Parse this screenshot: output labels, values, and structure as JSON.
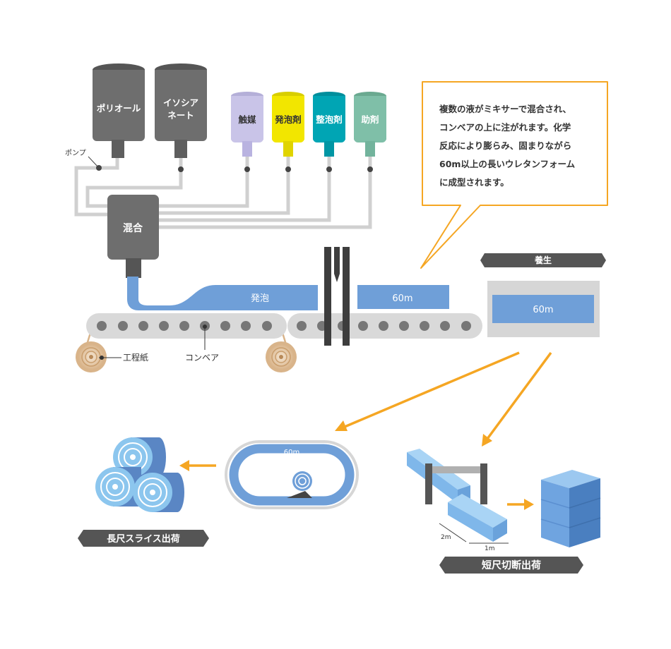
{
  "tanks": {
    "polyol": "ポリオール",
    "isocyanate_1": "イソシア",
    "isocyanate_2": "ネート",
    "catalyst": "触媒",
    "blowing_agent": "発泡剤",
    "foam_stabilizer": "整泡剤",
    "auxiliary": "助剤"
  },
  "labels": {
    "pump": "ポンプ",
    "mixer": "混合",
    "foaming": "発泡",
    "block_length_1": "60m",
    "curing": "養生",
    "block_length_2": "60m",
    "paper": "工程紙",
    "conveyor": "コンベア",
    "loop_length": "60m",
    "dim_2m": "2m",
    "dim_1m": "1m"
  },
  "callout": [
    "複数の液がミキサーで混合され、",
    "コンベアの上に注がれます。化学",
    "反応により膨らみ、固まりながら",
    "60m以上の長いウレタンフォーム",
    "に成型されます。"
  ],
  "outputs": {
    "long_slice": "長尺スライス出荷",
    "short_cut": "短尺切断出荷"
  },
  "colors": {
    "tank_gray": "#6e6e6e",
    "catalyst": "#c9c4e8",
    "blowing_agent": "#f2e600",
    "foam_stabilizer": "#00a5b4",
    "auxiliary": "#7fbfa8",
    "foam_blue": "#6f9fd8",
    "arrow_orange": "#f5a623",
    "paper_tan": "#d9b48a"
  }
}
